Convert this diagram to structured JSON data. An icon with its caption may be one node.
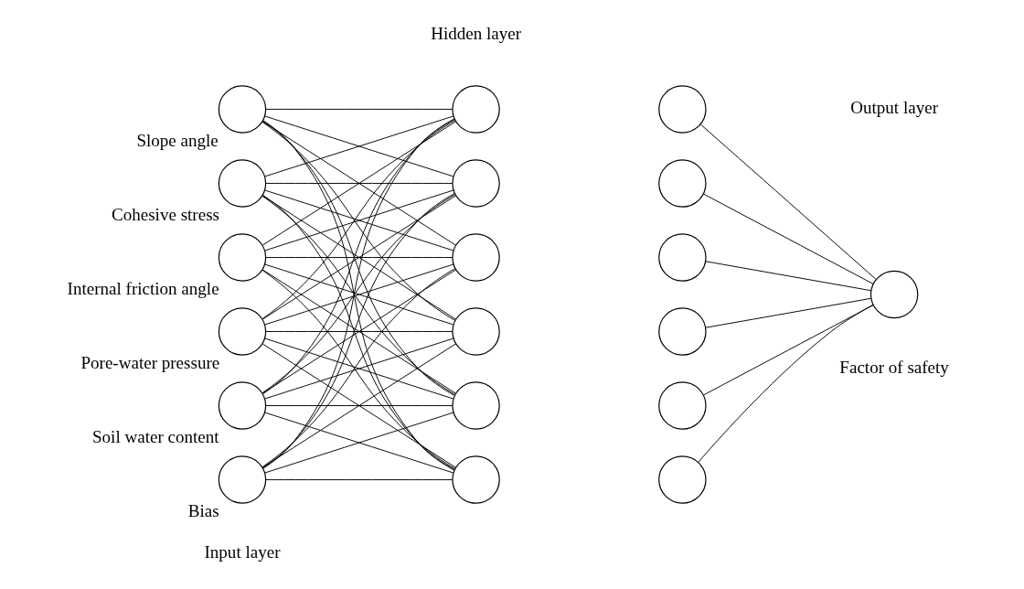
{
  "diagram": {
    "nodes": [
      {
        "text": [],
        "shape": "circle",
        "beside": [
          "Slope angle"
        ]
      },
      {
        "text": [],
        "shape": "circle",
        "beside": [
          "Cohesive stress"
        ]
      },
      {
        "text": [],
        "shape": "circle",
        "beside": [
          "Internal friction angle"
        ]
      },
      {
        "text": [],
        "shape": "circle",
        "beside": [
          "Pore-water pressure"
        ]
      },
      {
        "text": [],
        "shape": "circle",
        "beside": [
          "Soil water content"
        ]
      },
      {
        "text": [],
        "shape": "circle",
        "beside": [
          "Bias"
        ]
      },
      {
        "text": [],
        "shape": "circle"
      },
      {
        "text": [],
        "shape": "circle"
      },
      {
        "text": [],
        "shape": "circle"
      },
      {
        "text": [],
        "shape": "circle"
      },
      {
        "text": [],
        "shape": "circle"
      },
      {
        "text": [],
        "shape": "circle"
      },
      {
        "text": [],
        "shape": "circle"
      },
      {
        "text": [],
        "shape": "circle"
      },
      {
        "text": [],
        "shape": "circle"
      },
      {
        "text": [],
        "shape": "circle"
      },
      {
        "text": [],
        "shape": "circle"
      },
      {
        "text": [],
        "shape": "circle"
      },
      {
        "text": [],
        "shape": "circle",
        "beside": [
          "Factor of safety"
        ]
      }
    ],
    "edges": [
      {
        "from": 0,
        "to": 6,
        "arrow": "none"
      },
      {
        "from": 0,
        "to": 7,
        "arrow": "none"
      },
      {
        "from": 0,
        "to": 8,
        "arrow": "none"
      },
      {
        "from": 0,
        "to": 9,
        "arrow": "none"
      },
      {
        "from": 0,
        "to": 10,
        "arrow": "none"
      },
      {
        "from": 0,
        "to": 11,
        "arrow": "none"
      },
      {
        "from": 1,
        "to": 6,
        "arrow": "none"
      },
      {
        "from": 1,
        "to": 7,
        "arrow": "none"
      },
      {
        "from": 1,
        "to": 8,
        "arrow": "none"
      },
      {
        "from": 1,
        "to": 9,
        "arrow": "none"
      },
      {
        "from": 1,
        "to": 10,
        "arrow": "none"
      },
      {
        "from": 1,
        "to": 11,
        "arrow": "none"
      },
      {
        "from": 2,
        "to": 6,
        "arrow": "none"
      },
      {
        "from": 2,
        "to": 7,
        "arrow": "none"
      },
      {
        "from": 2,
        "to": 8,
        "arrow": "none"
      },
      {
        "from": 2,
        "to": 9,
        "arrow": "none"
      },
      {
        "from": 2,
        "to": 10,
        "arrow": "none"
      },
      {
        "from": 2,
        "to": 11,
        "arrow": "none"
      },
      {
        "from": 3,
        "to": 6,
        "arrow": "none"
      },
      {
        "from": 3,
        "to": 7,
        "arrow": "none"
      },
      {
        "from": 3,
        "to": 8,
        "arrow": "none"
      },
      {
        "from": 3,
        "to": 9,
        "arrow": "none"
      },
      {
        "from": 3,
        "to": 10,
        "arrow": "none"
      },
      {
        "from": 3,
        "to": 11,
        "arrow": "none"
      },
      {
        "from": 4,
        "to": 6,
        "arrow": "none"
      },
      {
        "from": 4,
        "to": 7,
        "arrow": "none"
      },
      {
        "from": 4,
        "to": 8,
        "arrow": "none"
      },
      {
        "from": 4,
        "to": 9,
        "arrow": "none"
      },
      {
        "from": 4,
        "to": 10,
        "arrow": "none"
      },
      {
        "from": 4,
        "to": 11,
        "arrow": "none"
      },
      {
        "from": 5,
        "to": 6,
        "arrow": "none"
      },
      {
        "from": 5,
        "to": 7,
        "arrow": "none"
      },
      {
        "from": 5,
        "to": 8,
        "arrow": "none"
      },
      {
        "from": 5,
        "to": 9,
        "arrow": "none"
      },
      {
        "from": 5,
        "to": 10,
        "arrow": "none"
      },
      {
        "from": 5,
        "to": 11,
        "arrow": "none"
      },
      {
        "from": 12,
        "to": 18,
        "arrow": "none"
      },
      {
        "from": 13,
        "to": 18,
        "arrow": "none"
      },
      {
        "from": 14,
        "to": 18,
        "arrow": "none"
      },
      {
        "from": 15,
        "to": 18,
        "arrow": "none"
      },
      {
        "from": 16,
        "to": 18,
        "arrow": "none"
      },
      {
        "from": 17,
        "to": 18,
        "arrow": "none"
      }
    ],
    "labels": [
      "Input layer",
      "Hidden layer",
      "Output layer"
    ]
  }
}
